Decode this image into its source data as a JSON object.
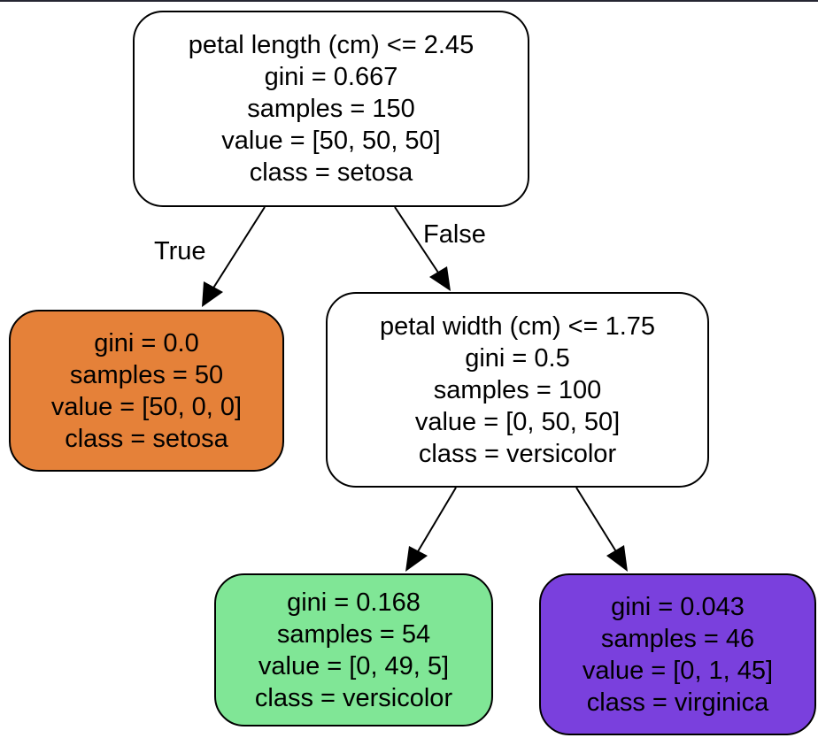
{
  "diagram": {
    "type": "decision-tree",
    "nodes": [
      {
        "id": "root",
        "split": "petal length (cm) <= 2.45",
        "gini": "gini = 0.667",
        "samples": "samples = 150",
        "value": "value = [50, 50, 50]",
        "class": "class = setosa",
        "fill": "#ffffff"
      },
      {
        "id": "leaf-setosa",
        "gini": "gini = 0.0",
        "samples": "samples = 50",
        "value": "value = [50, 0, 0]",
        "class": "class = setosa",
        "fill": "#e58139"
      },
      {
        "id": "internal-petal-width",
        "split": "petal width (cm) <= 1.75",
        "gini": "gini = 0.5",
        "samples": "samples = 100",
        "value": "value = [0, 50, 50]",
        "class": "class = versicolor",
        "fill": "#ffffff"
      },
      {
        "id": "leaf-versicolor",
        "gini": "gini = 0.168",
        "samples": "samples = 54",
        "value": "value = [0, 49, 5]",
        "class": "class = versicolor",
        "fill": "#80e696"
      },
      {
        "id": "leaf-virginica",
        "gini": "gini = 0.043",
        "samples": "samples = 46",
        "value": "value = [0, 1, 45]",
        "class": "class = virginica",
        "fill": "#7a40dd"
      }
    ],
    "edges": [
      {
        "from": "root",
        "to": "leaf-setosa",
        "label": "True"
      },
      {
        "from": "root",
        "to": "internal-petal-width",
        "label": "False"
      },
      {
        "from": "internal-petal-width",
        "to": "leaf-versicolor",
        "label": ""
      },
      {
        "from": "internal-petal-width",
        "to": "leaf-virginica",
        "label": ""
      }
    ]
  }
}
